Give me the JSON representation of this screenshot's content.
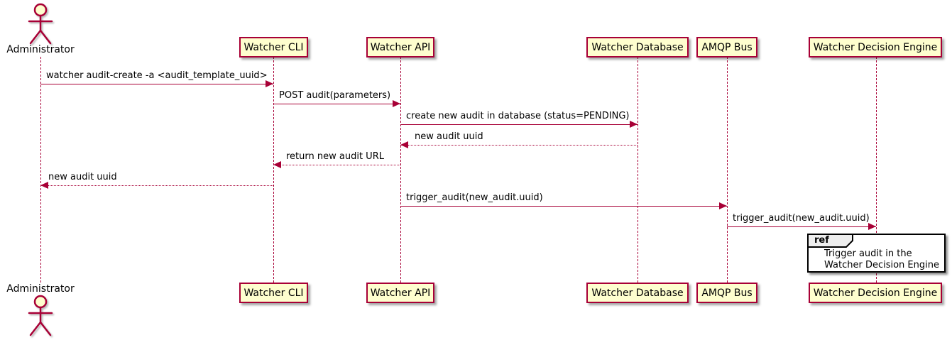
{
  "diagram": {
    "type": "uml-sequence",
    "colors": {
      "stroke": "#A80036",
      "participant_fill": "#FEFECE",
      "text": "#000000",
      "ref_tab_fill": "#EEEEEE",
      "ref_border": "#000000",
      "background": "#FFFFFF"
    },
    "actor": {
      "label": "Administrator"
    },
    "participants": [
      {
        "label": "Watcher CLI"
      },
      {
        "label": "Watcher API"
      },
      {
        "label": "Watcher Database"
      },
      {
        "label": "AMQP Bus"
      },
      {
        "label": "Watcher Decision Engine"
      }
    ],
    "messages": [
      {
        "label": "watcher audit-create -a <audit_template_uuid>",
        "from": "Administrator",
        "to": "Watcher CLI",
        "line": "solid"
      },
      {
        "label": "POST audit(parameters)",
        "from": "Watcher CLI",
        "to": "Watcher API",
        "line": "solid"
      },
      {
        "label": "create new audit in database (status=PENDING)",
        "from": "Watcher API",
        "to": "Watcher Database",
        "line": "solid"
      },
      {
        "label": "new audit uuid",
        "from": "Watcher Database",
        "to": "Watcher API",
        "line": "dotted"
      },
      {
        "label": "return new audit URL",
        "from": "Watcher API",
        "to": "Watcher CLI",
        "line": "dotted"
      },
      {
        "label": "new audit uuid",
        "from": "Watcher CLI",
        "to": "Administrator",
        "line": "dotted"
      },
      {
        "label": "trigger_audit(new_audit.uuid)",
        "from": "Watcher API",
        "to": "AMQP Bus",
        "line": "solid"
      },
      {
        "label": "trigger_audit(new_audit.uuid)",
        "from": "AMQP Bus",
        "to": "Watcher Decision Engine",
        "line": "solid"
      }
    ],
    "ref": {
      "tag": "ref",
      "line1": "Trigger audit in the",
      "line2": "Watcher Decision Engine"
    }
  }
}
